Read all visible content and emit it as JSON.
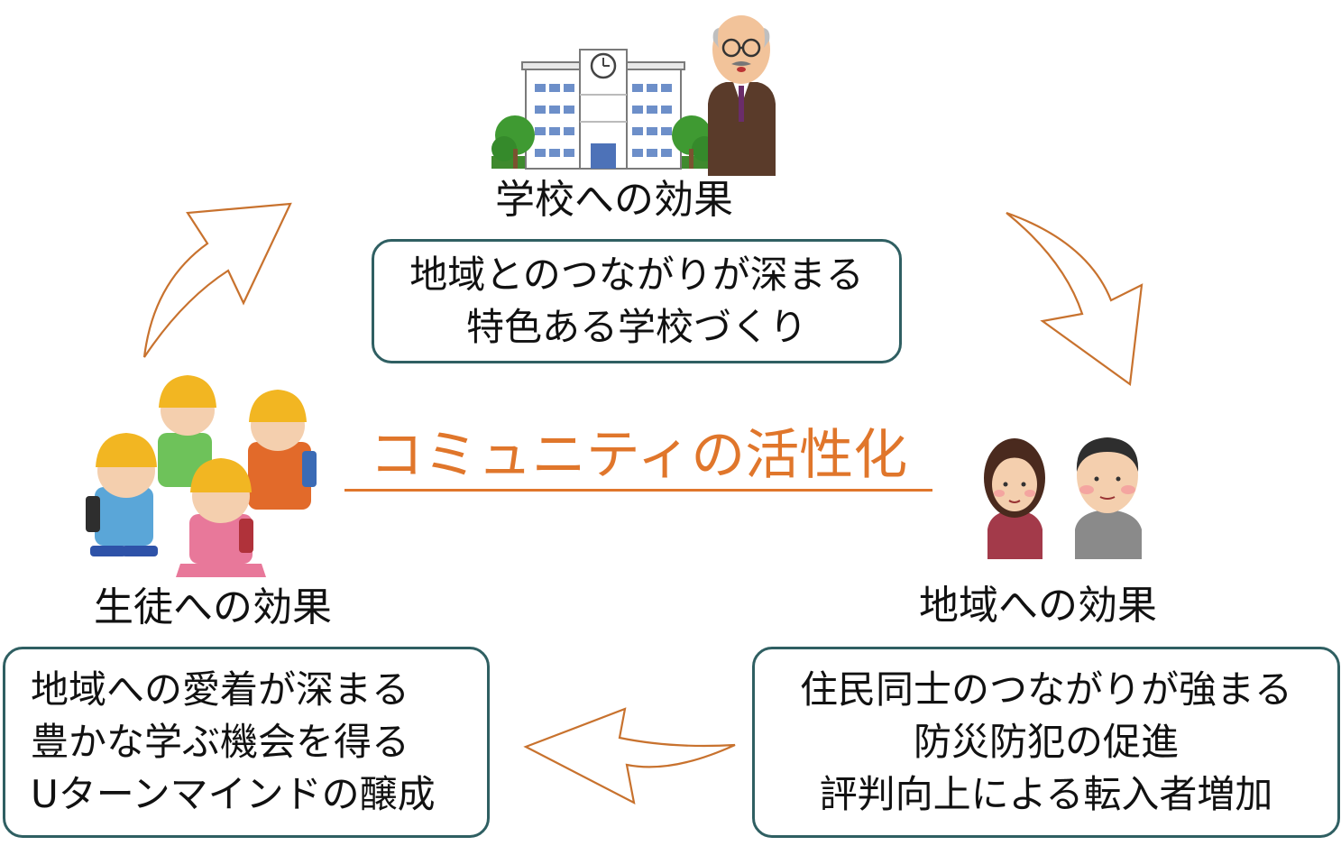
{
  "center_title": "コミュニティの活性化",
  "school": {
    "heading": "学校への効果",
    "lines": [
      "地域とのつながりが深まる",
      "特色ある学校づくり"
    ]
  },
  "community": {
    "heading": "地域への効果",
    "lines": [
      "住民同士のつながりが強まる",
      "防災防犯の促進",
      "評判向上による転入者増加"
    ]
  },
  "students": {
    "heading": "生徒への効果",
    "lines": [
      "地域への愛着が深まる",
      "豊かな学ぶ機会を得る",
      "Uターンマインドの醸成"
    ]
  },
  "colors": {
    "accent": "#e0762b",
    "box_border": "#2f5f62",
    "arrow": "#c8722e"
  },
  "icons": [
    "school-building-icon",
    "principal-icon",
    "elderly-couple-icon",
    "schoolchildren-icon"
  ]
}
